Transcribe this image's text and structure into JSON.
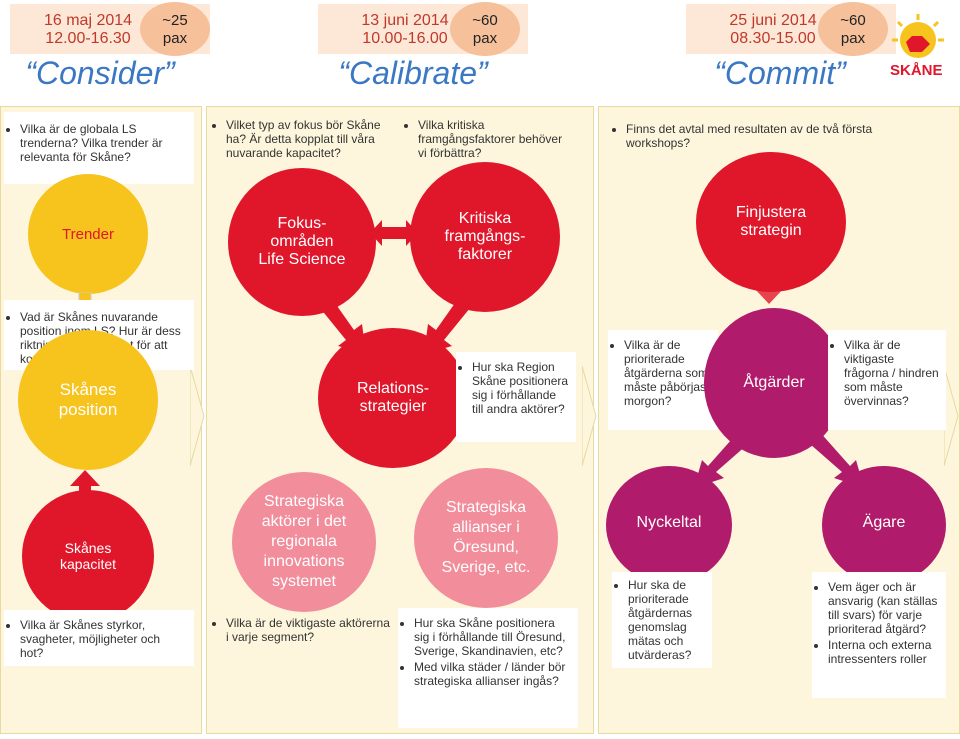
{
  "header": {
    "groups": [
      {
        "date": "16 maj 2014",
        "time": "12.00-16.30",
        "pax_num": "~25",
        "pax_unit": "pax",
        "stage": "Consider"
      },
      {
        "date": "13 juni 2014",
        "time": "10.00-16.00",
        "pax_num": "~60",
        "pax_unit": "pax",
        "stage": "Calibrate"
      },
      {
        "date": "25 juni 2014",
        "time": "08.30-15.00",
        "pax_num": "~60",
        "pax_unit": "pax",
        "stage": "Commit"
      }
    ],
    "logo_text": "SKÅNE"
  },
  "top_row": {
    "q1": "Vilka är de globala LS trenderna? Vilka trender är relevanta för Skåne?",
    "q2": "Vilket typ av fokus bör Skåne ha? Är detta kopplat till våra nuvarande kapacitet?",
    "q3": "Vilka kritiska framgångsfaktorer behöver vi förbättra?",
    "q4": "Finns det avtal med resultaten av de två första workshops?",
    "c_trender": "Trender",
    "c_fokus": "Fokus-\nområden\nLife Science",
    "c_kritiska": "Kritiska\nframgångs-\nfaktorer",
    "c_finjustera": "Finjustera\nstrategin"
  },
  "mid_row": {
    "q1": "Vad är Skånes nuvarande position inom LS? Hur är dess riktning och hastighet för att komma dit?",
    "c_position": "Skånes\nposition",
    "c_relations": "Relations-\nstrategier",
    "q_relations": "Hur ska Region Skåne positionera sig i förhållande till andra aktörer?",
    "q_atgarder_left": "Vilka är de prioriterade åtgärderna som måste påbörjas i morgon?",
    "c_atgarder": "Åtgärder",
    "q_atgarder_right": "Vilka är de viktigaste frågorna / hindren som måste övervinnas?"
  },
  "bottom_row": {
    "c_kapacitet": "Skånes\nkapacitet",
    "q_kapacitet": "Vilka är Skånes styrkor, svagheter, möjligheter och hot?",
    "c_aktorer": "Strategiska\naktörer i det\nregionala\ninnovations\nsystemet",
    "q_aktorer": "Vilka är de viktigaste aktörerna i varje segment?",
    "c_allianser": "Strategiska\nallianser i\nÖresund,\nSverige, etc.",
    "q_allianser_1": "Hur ska Skåne positionera sig i förhållande till Öresund, Sverige, Skandinavien, etc?",
    "q_allianser_2": "Med vilka städer / länder bör strategiska allianser ingås?",
    "c_nyckeltal": "Nyckeltal",
    "q_nyckeltal": "Hur ska de prioriterade åtgärdernas genomslag mätas och utvärderas?",
    "c_agare": "Ägare",
    "q_agare_1": "Vem äger och är ansvarig (kan ställas till svars) för varje prioriterad åtgärd?",
    "q_agare_2": "Interna och externa intressenters roller"
  },
  "colors": {
    "red": "#e0162b",
    "yellow": "#f7c31d",
    "pink": "#f28d9c",
    "magenta": "#b01c6b",
    "stage_blue": "#3b78c4",
    "date_red": "#c0392b",
    "panel": "#fbf1c7"
  }
}
